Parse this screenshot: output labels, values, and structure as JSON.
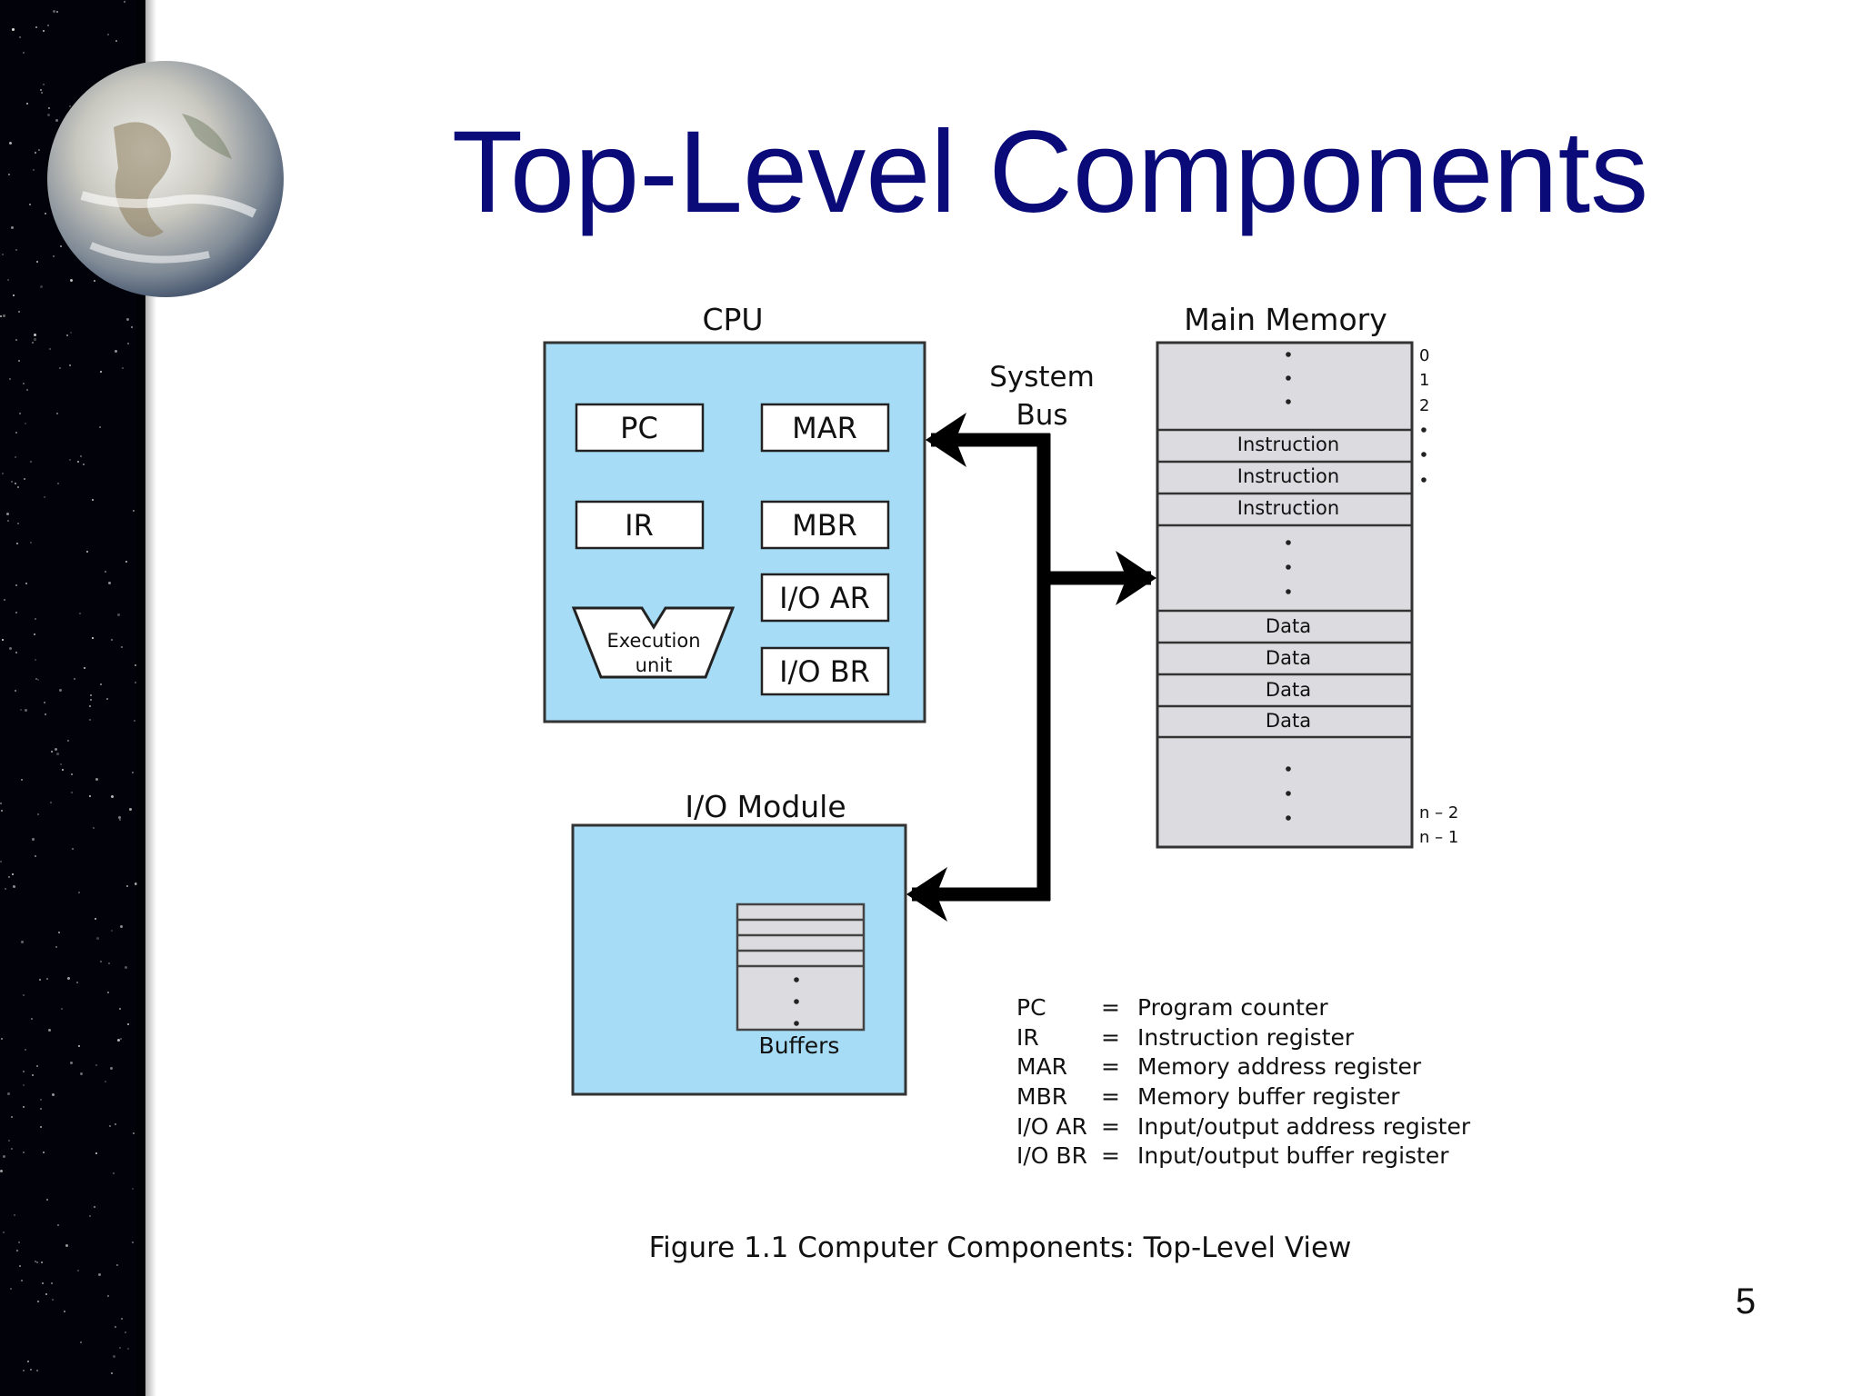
{
  "slide": {
    "title": "Top-Level Components",
    "page_number": "5"
  },
  "diagram": {
    "cpu": {
      "label": "CPU",
      "registers": [
        "PC",
        "MAR",
        "IR",
        "MBR",
        "I/O AR",
        "I/O BR"
      ],
      "execution_unit": [
        "Execution",
        "unit"
      ]
    },
    "system_bus": [
      "System",
      "Bus"
    ],
    "io_module": {
      "label": "I/O Module",
      "buffers_label": "Buffers"
    },
    "main_memory": {
      "label": "Main Memory",
      "instruction_rows": [
        "Instruction",
        "Instruction",
        "Instruction"
      ],
      "data_rows": [
        "Data",
        "Data",
        "Data",
        "Data"
      ],
      "address_top": [
        "0",
        "1",
        "2"
      ],
      "address_bottom": [
        "n – 2",
        "n – 1"
      ]
    },
    "legend": [
      {
        "abbr": "PC",
        "eq": "=",
        "meaning": "Program counter"
      },
      {
        "abbr": "IR",
        "eq": "=",
        "meaning": "Instruction register"
      },
      {
        "abbr": "MAR",
        "eq": "=",
        "meaning": "Memory address register"
      },
      {
        "abbr": "MBR",
        "eq": "=",
        "meaning": "Memory buffer register"
      },
      {
        "abbr": "I/O AR",
        "eq": "=",
        "meaning": "Input/output address register"
      },
      {
        "abbr": "I/O BR",
        "eq": "=",
        "meaning": "Input/output buffer register"
      }
    ],
    "caption": "Figure 1.1  Computer Components: Top-Level View"
  },
  "colors": {
    "title": "#0a0a78",
    "box_fill": "#a6dcf6",
    "memory_fill": "#dcdce0",
    "starfield": "#02030a"
  },
  "icons": [
    "earth-globe-icon"
  ]
}
